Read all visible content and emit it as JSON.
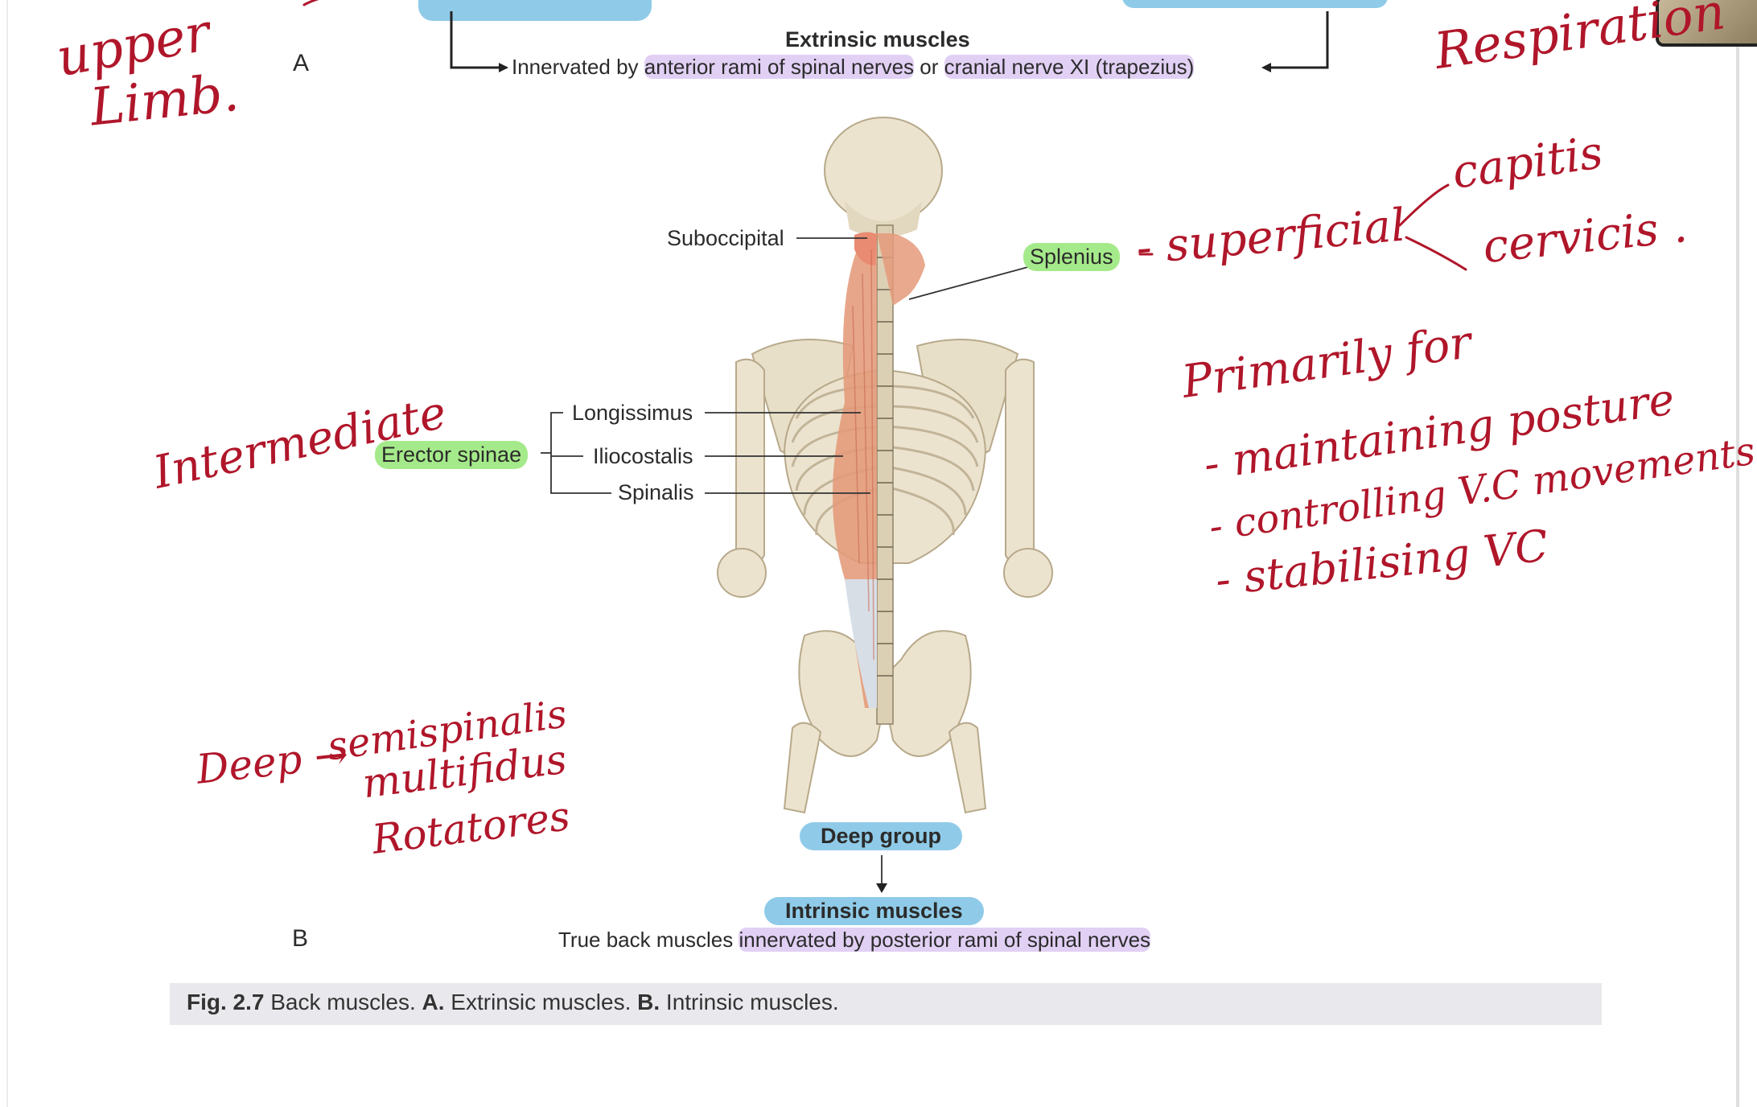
{
  "figure": {
    "panel_a_letter": "A",
    "panel_b_letter": "B",
    "extrinsic_title": "Extrinsic muscles",
    "extrinsic_text_prefix": "Innervated by ",
    "extrinsic_text_highlight1": "anterior rami of spinal nerves",
    "extrinsic_text_middle": " or ",
    "extrinsic_text_highlight2": "cranial nerve XI (trapezius)",
    "labels": {
      "suboccipital": "Suboccipital",
      "splenius": "Splenius",
      "longissimus": "Longissimus",
      "erector_spinae": "Erector spinae",
      "iliocostalis": "Iliocostalis",
      "spinalis": "Spinalis"
    },
    "deep_group": "Deep group",
    "intrinsic_title": "Intrinsic muscles",
    "intrinsic_text_prefix": "True back muscles ",
    "intrinsic_text_highlight": "innervated by posterior rami of spinal nerves",
    "caption": {
      "fig_label": "Fig. 2.7",
      "text1": " Back muscles. ",
      "a_label": "A.",
      "text2": " Extrinsic muscles. ",
      "b_label": "B.",
      "text3": " Intrinsic muscles."
    }
  },
  "handwriting": {
    "top_left_line1": "upper",
    "top_left_line2": "Limb.",
    "top_right": "Respiration",
    "intermediate": "Intermediate",
    "superficial": "- superficial",
    "capitis": "capitis",
    "cervicis": "cervicis .",
    "primarily_for": "Primarily for",
    "point1": "- maintaining posture",
    "point2": "- controlling V.C movements",
    "point3": "- stabilising VC",
    "deep_arrow": "Deep →",
    "deep1": "semispinalis",
    "deep2": "multifidus",
    "deep3": "Rotatores"
  },
  "colors": {
    "annotation_red": "#b0162a",
    "highlight_blue": "#8fcbe8",
    "highlight_green": "#a5ea8a",
    "highlight_purple": "#c8aaeb",
    "muscle": "#e49a7a",
    "bone": "#ece3cf"
  }
}
